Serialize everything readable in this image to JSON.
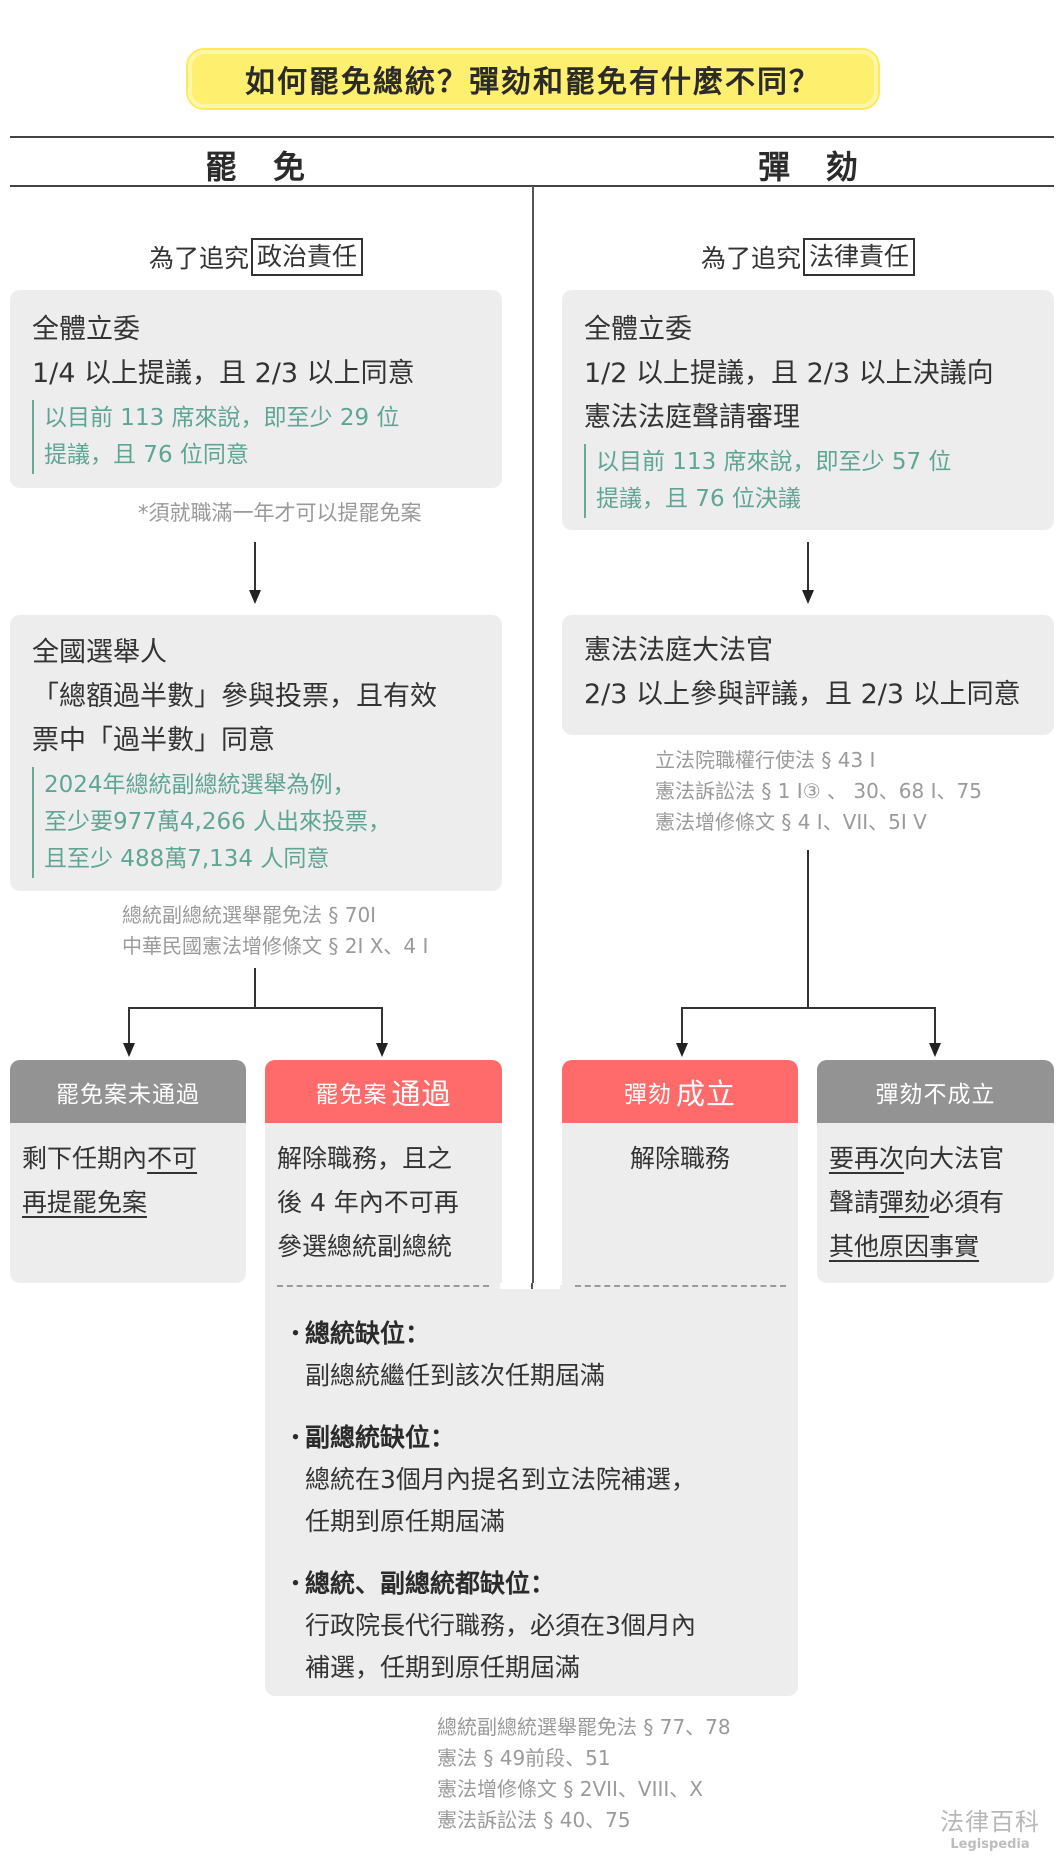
{
  "title": "如何罷免總統？彈劾和罷免有什麼不同？",
  "columns": {
    "recall": {
      "header": "罷免",
      "purpose_prefix": "為了追究",
      "purpose_boxed": "政治責任",
      "step1": {
        "lines": [
          "全體立委",
          "1/4 以上提議，且 2/3 以上同意"
        ],
        "note_lines": [
          "以目前 113 席來說，即至少 29 位",
          "提議，且 76 位同意"
        ]
      },
      "step1_footnote": "*須就職滿一年才可以提罷免案",
      "step2": {
        "lines": [
          "全國選舉人",
          "「總額過半數」參與投票，且有效",
          "票中「過半數」同意"
        ],
        "note_lines": [
          "2024年總統副總統選舉為例，",
          "至少要977萬4,266 人出來投票，",
          "且至少 488萬7,134 人同意"
        ]
      },
      "citations": [
        "總統副總統選舉罷免法 § 70I",
        "中華民國憲法增修條文 § 2I X、4 I"
      ],
      "outcomes": {
        "fail": {
          "header": "罷免案未通過",
          "body_plain": "剩下任期內",
          "body_underlined_1": "不可",
          "body_underlined_2": "再提罷免案"
        },
        "pass": {
          "header_small": "罷免案",
          "header_big": "通過",
          "body_lines": [
            "解除職務，且之",
            "後 4 年內不可再",
            "參選總統副總統"
          ]
        }
      }
    },
    "impeach": {
      "header": "彈劾",
      "purpose_prefix": "為了追究",
      "purpose_boxed": "法律責任",
      "step1": {
        "lines": [
          "全體立委",
          "1/2 以上提議，且 2/3 以上決議向",
          "憲法法庭聲請審理"
        ],
        "note_lines": [
          "以目前 113 席來說，即至少 57 位",
          "提議，且 76 位決議"
        ]
      },
      "step2": {
        "lines": [
          "憲法法庭大法官",
          "2/3 以上參與評議，且 2/3 以上同意"
        ]
      },
      "citations": [
        "立法院職權行使法 § 43 I",
        "憲法訴訟法 § 1 I③ 、 30、68 I、75",
        "憲法增修條文 § 4 I、VII、5I V"
      ],
      "outcomes": {
        "pass": {
          "header_small": "彈劾",
          "header_big": "成立",
          "body_lines": [
            "解除職務"
          ]
        },
        "fail": {
          "header": "彈劾不成立",
          "segments": [
            {
              "text": "要再次",
              "u": true
            },
            {
              "text": "向大法官",
              "u": false
            },
            {
              "text": "聲請",
              "u": false
            },
            {
              "text": "彈劾",
              "u": true
            },
            {
              "text": "必須有",
              "u": false
            },
            {
              "text": "其他原因事實",
              "u": true
            }
          ]
        }
      }
    }
  },
  "vacancy": {
    "items": [
      {
        "title": "總統缺位：",
        "lines": [
          "副總統繼任到該次任期屆滿"
        ]
      },
      {
        "title": "副總統缺位：",
        "lines": [
          "總統在3個月內提名到立法院補選，",
          "任期到原任期屆滿"
        ]
      },
      {
        "title": "總統、副總統都缺位：",
        "lines": [
          "行政院長代行職務，必須在3個月內",
          "補選，任期到原任期屆滿"
        ]
      }
    ],
    "bullet": "・"
  },
  "bottom_citations": [
    "總統副總統選舉罷免法 § 77、78",
    "憲法 § 49前段、51",
    "憲法增修條文 § 2VII、VIII、X",
    "憲法訴訟法 § 40、75"
  ],
  "logo": {
    "zh": "法律百科",
    "en": "Legispedia"
  },
  "colors": {
    "title_bg": "#FFEF6E",
    "card_bg": "#EDEDED",
    "note_green": "#5fa594",
    "pass_red": "#FF6B6B",
    "fail_gray": "#939393",
    "citation_gray": "#9a9a9a"
  }
}
